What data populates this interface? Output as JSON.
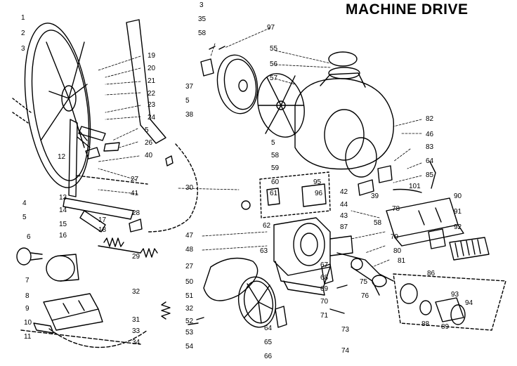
{
  "title": "MACHINE DRIVE",
  "callouts": [
    {
      "id": "c1",
      "text": "1"
    },
    {
      "id": "c2",
      "text": "2"
    },
    {
      "id": "c3",
      "text": "3"
    },
    {
      "id": "c4",
      "text": "4"
    },
    {
      "id": "c5a",
      "text": "5"
    },
    {
      "id": "c6",
      "text": "6"
    },
    {
      "id": "c7",
      "text": "7"
    },
    {
      "id": "c8",
      "text": "8"
    },
    {
      "id": "c9",
      "text": "9"
    },
    {
      "id": "c10",
      "text": "10"
    },
    {
      "id": "c11",
      "text": "11"
    },
    {
      "id": "c12",
      "text": "12"
    },
    {
      "id": "c13",
      "text": "13"
    },
    {
      "id": "c14",
      "text": "14"
    },
    {
      "id": "c15",
      "text": "15"
    },
    {
      "id": "c16",
      "text": "16"
    },
    {
      "id": "c17",
      "text": "17"
    },
    {
      "id": "c18",
      "text": "18"
    },
    {
      "id": "c19",
      "text": "19"
    },
    {
      "id": "c20",
      "text": "20"
    },
    {
      "id": "c21",
      "text": "21"
    },
    {
      "id": "c22",
      "text": "22"
    },
    {
      "id": "c23",
      "text": "23"
    },
    {
      "id": "c24",
      "text": "24"
    },
    {
      "id": "c5b",
      "text": "5"
    },
    {
      "id": "c26",
      "text": "26"
    },
    {
      "id": "c40",
      "text": "40"
    },
    {
      "id": "c27a",
      "text": "27"
    },
    {
      "id": "c41",
      "text": "41"
    },
    {
      "id": "c28",
      "text": "28"
    },
    {
      "id": "c29",
      "text": "29"
    },
    {
      "id": "c30",
      "text": "30"
    },
    {
      "id": "c32a",
      "text": "32"
    },
    {
      "id": "c31",
      "text": "31"
    },
    {
      "id": "c33",
      "text": "33"
    },
    {
      "id": "c34",
      "text": "34"
    },
    {
      "id": "c3b",
      "text": "3"
    },
    {
      "id": "c35",
      "text": "35"
    },
    {
      "id": "c58a",
      "text": "58"
    },
    {
      "id": "c97",
      "text": "97"
    },
    {
      "id": "c37",
      "text": "37"
    },
    {
      "id": "c5c",
      "text": "5"
    },
    {
      "id": "c38",
      "text": "38"
    },
    {
      "id": "c55",
      "text": "55"
    },
    {
      "id": "c56",
      "text": "56"
    },
    {
      "id": "c57",
      "text": "57"
    },
    {
      "id": "c82",
      "text": "82"
    },
    {
      "id": "c46",
      "text": "46"
    },
    {
      "id": "c5d",
      "text": "5"
    },
    {
      "id": "c83",
      "text": "83"
    },
    {
      "id": "c58b",
      "text": "58"
    },
    {
      "id": "c64",
      "text": "64"
    },
    {
      "id": "c59",
      "text": "59"
    },
    {
      "id": "c85",
      "text": "85"
    },
    {
      "id": "c60",
      "text": "60"
    },
    {
      "id": "c95",
      "text": "95"
    },
    {
      "id": "c42",
      "text": "42"
    },
    {
      "id": "c39",
      "text": "39"
    },
    {
      "id": "c101",
      "text": "101"
    },
    {
      "id": "c90",
      "text": "90"
    },
    {
      "id": "c61",
      "text": "61"
    },
    {
      "id": "c96",
      "text": "96"
    },
    {
      "id": "c44",
      "text": "44"
    },
    {
      "id": "c78",
      "text": "78"
    },
    {
      "id": "c91",
      "text": "91"
    },
    {
      "id": "c43",
      "text": "43"
    },
    {
      "id": "c92",
      "text": "92"
    },
    {
      "id": "c47",
      "text": "47"
    },
    {
      "id": "c62",
      "text": "62"
    },
    {
      "id": "c87",
      "text": "87"
    },
    {
      "id": "c58c",
      "text": "58"
    },
    {
      "id": "c79",
      "text": "79"
    },
    {
      "id": "c48",
      "text": "48"
    },
    {
      "id": "c63",
      "text": "63"
    },
    {
      "id": "c80",
      "text": "80"
    },
    {
      "id": "c81",
      "text": "81"
    },
    {
      "id": "c86",
      "text": "86"
    },
    {
      "id": "c27b",
      "text": "27"
    },
    {
      "id": "c50",
      "text": "50"
    },
    {
      "id": "c67",
      "text": "67"
    },
    {
      "id": "c68",
      "text": "68"
    },
    {
      "id": "c75",
      "text": "75"
    },
    {
      "id": "c51",
      "text": "51"
    },
    {
      "id": "c69",
      "text": "69"
    },
    {
      "id": "c76",
      "text": "76"
    },
    {
      "id": "c93",
      "text": "93"
    },
    {
      "id": "c70",
      "text": "70"
    },
    {
      "id": "c94",
      "text": "94"
    },
    {
      "id": "c32b",
      "text": "32"
    },
    {
      "id": "c52",
      "text": "52"
    },
    {
      "id": "c71",
      "text": "71"
    },
    {
      "id": "c53",
      "text": "53"
    },
    {
      "id": "c88",
      "text": "88"
    },
    {
      "id": "c89",
      "text": "89"
    },
    {
      "id": "c64b",
      "text": "64"
    },
    {
      "id": "c73",
      "text": "73"
    },
    {
      "id": "c65",
      "text": "65"
    },
    {
      "id": "c54",
      "text": "54"
    },
    {
      "id": "c74",
      "text": "74"
    },
    {
      "id": "c66",
      "text": "66"
    }
  ]
}
